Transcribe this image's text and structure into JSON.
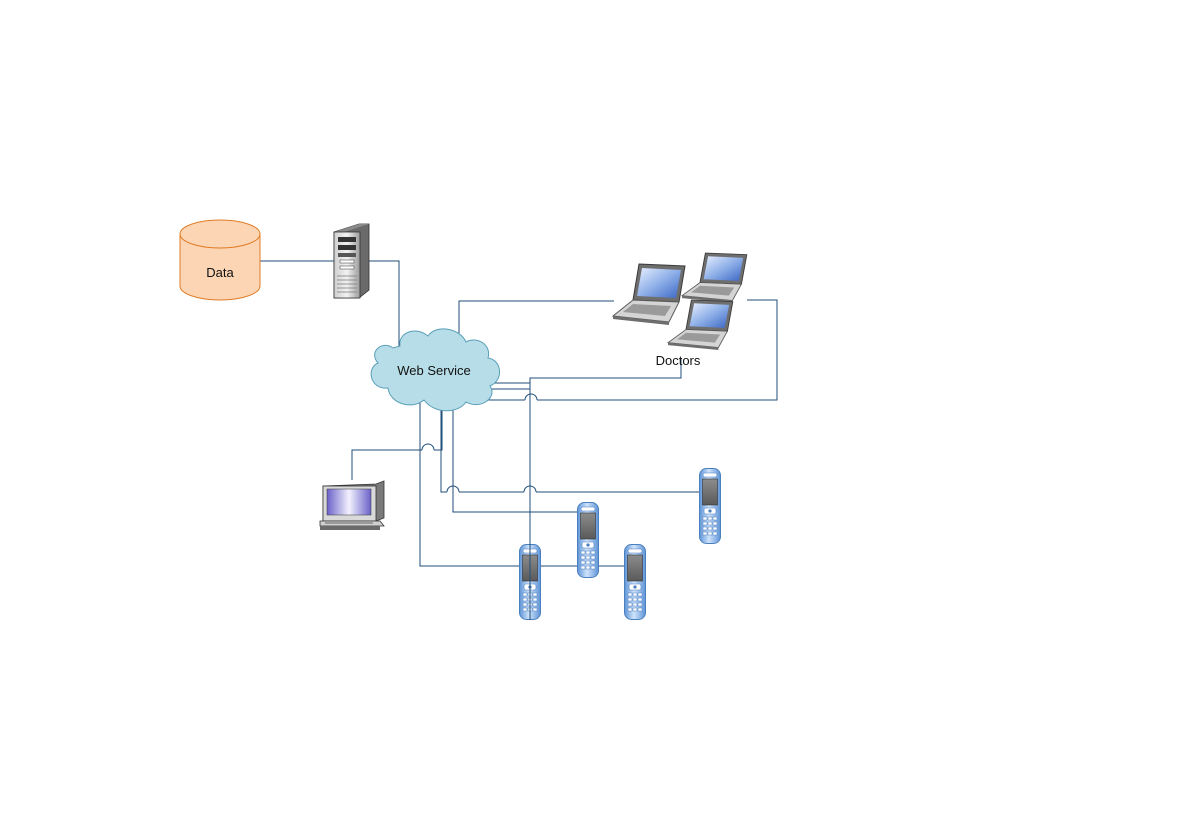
{
  "labels": {
    "data_store": "Data",
    "cloud": "Web Service",
    "laptop_group": "Doctors"
  },
  "colors": {
    "wire": "#1f4e79",
    "database_fill": "#fcd5b4",
    "database_stroke": "#e07b24",
    "cloud_fill": "#b7dde8",
    "cloud_stroke": "#5a9fb8",
    "phone_body": "#a9c9ef",
    "phone_outline": "#4a7fc0"
  },
  "nodes": [
    {
      "name": "database",
      "icon": "database-icon"
    },
    {
      "name": "server",
      "icon": "server-tower-icon"
    },
    {
      "name": "web-service",
      "icon": "cloud-icon"
    },
    {
      "name": "laptops",
      "icon": "laptop-icon",
      "count": 3
    },
    {
      "name": "terminal",
      "icon": "computer-terminal-icon"
    },
    {
      "name": "mobile-phones",
      "icon": "mobile-phone-icon",
      "count": 4
    }
  ]
}
